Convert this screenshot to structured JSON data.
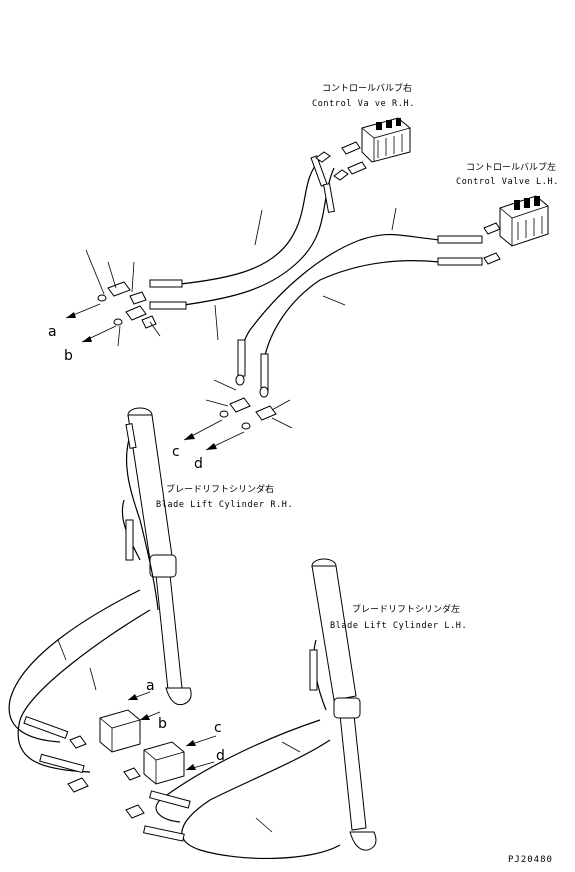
{
  "labels": {
    "cv_rh_jp": "コントロールバルブ右",
    "cv_rh_en": "Control Va ve R.H.",
    "cv_lh_jp": "コントロールバルブ左",
    "cv_lh_en": "Control Valve L.H.",
    "bl_rh_jp": "ブレードリフトシリンダ右",
    "bl_rh_en": "Blade Lift Cylinder R.H.",
    "bl_lh_jp": "ブレードリフトシリンダ左",
    "bl_lh_en": "Blade Lift Cylinder L.H.",
    "figure_code": "PJ20480"
  },
  "connection_letters": {
    "a_top": "a",
    "b_top": "b",
    "c_mid": "c",
    "d_mid": "d",
    "a_low": "a",
    "b_low": "b",
    "c_low": "c",
    "d_low": "d"
  }
}
